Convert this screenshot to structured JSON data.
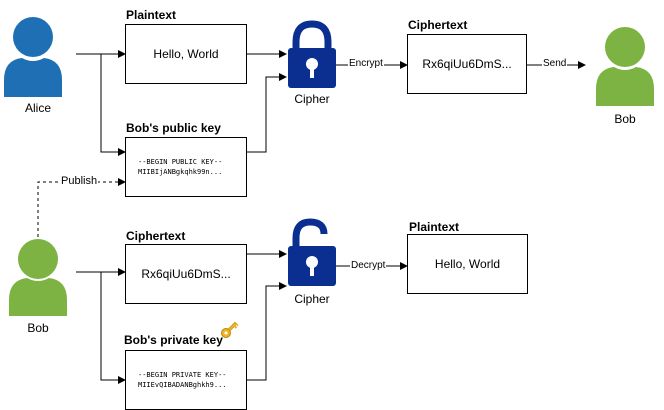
{
  "colors": {
    "alice": "#1f6fb5",
    "bob": "#7cb342",
    "lock": "#0a2f91"
  },
  "icons": {
    "person": "person-icon",
    "lock_closed": "lock-closed-icon",
    "lock_open": "lock-open-icon",
    "key": "key-icon"
  },
  "top": {
    "alice_label": "Alice",
    "plaintext_title": "Plaintext",
    "plaintext_value": "Hello, World",
    "pubkey_title": "Bob's public key",
    "pubkey_value": "--BEGIN PUBLIC KEY--\nMIIBIjANBgkqhk99n...",
    "cipher_label": "Cipher",
    "encrypt_label": "Encrypt",
    "ciphertext_title": "Ciphertext",
    "ciphertext_value": "Rx6qiUu6DmS...",
    "send_label": "Send",
    "bob_label": "Bob"
  },
  "publish_label": "Publish",
  "bottom": {
    "bob_label": "Bob",
    "ciphertext_title": "Ciphertext",
    "ciphertext_value": "Rx6qiUu6DmS...",
    "privkey_title": "Bob's private key",
    "privkey_value": "--BEGIN PRIVATE KEY--\nMIIEvQIBADANBghkh9...",
    "cipher_label": "Cipher",
    "decrypt_label": "Decrypt",
    "plaintext_title": "Plaintext",
    "plaintext_value": "Hello, World"
  }
}
